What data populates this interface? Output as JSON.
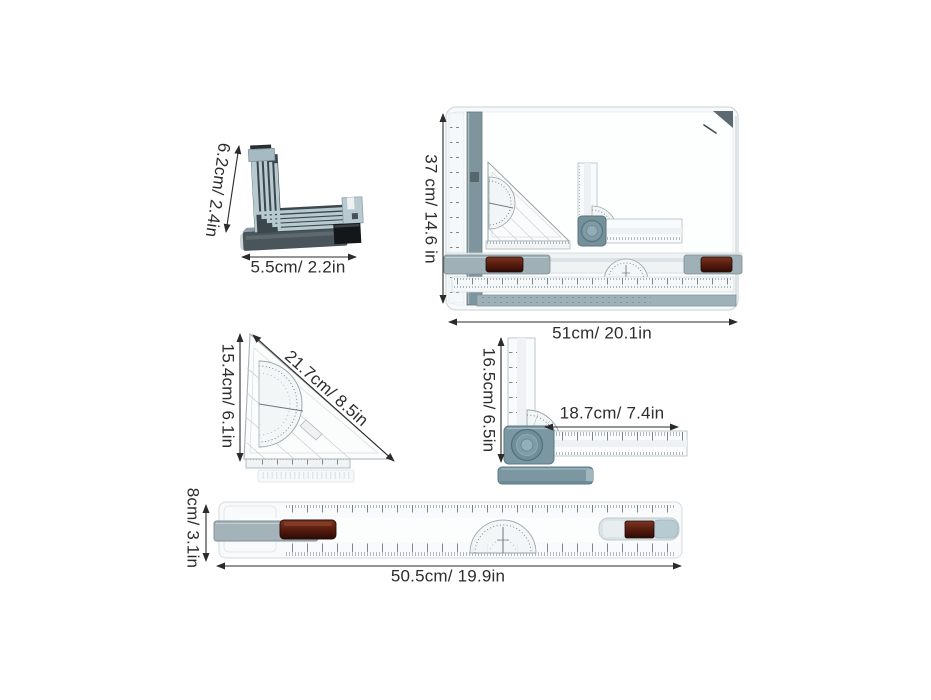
{
  "figure": {
    "background": "#ffffff",
    "colors": {
      "slate_plastic": "#7b97a2",
      "pale_blue_plastic": "#b7cad0",
      "grip_red": "#571c0f",
      "dimension_line": "#2b2b2b",
      "label_text": "#2d2d2d"
    },
    "parts": {
      "corner_clamp": {
        "height": "6.2cm/ 2.4in",
        "width": "5.5cm/ 2.2in"
      },
      "drawing_board": {
        "height": "37 cm/ 14.6 in",
        "width": "51cm/ 20.1in"
      },
      "set_square": {
        "height": "15.4cm/ 6.1in",
        "hypotenuse": "21.7cm/ 8.5in"
      },
      "angle_ruler": {
        "height": "16.5cm/ 6.5in",
        "width": "18.7cm/ 7.4in"
      },
      "parallel_ruler": {
        "height": "8cm/ 3.1in",
        "width": "50.5cm/ 19.9in"
      }
    }
  }
}
